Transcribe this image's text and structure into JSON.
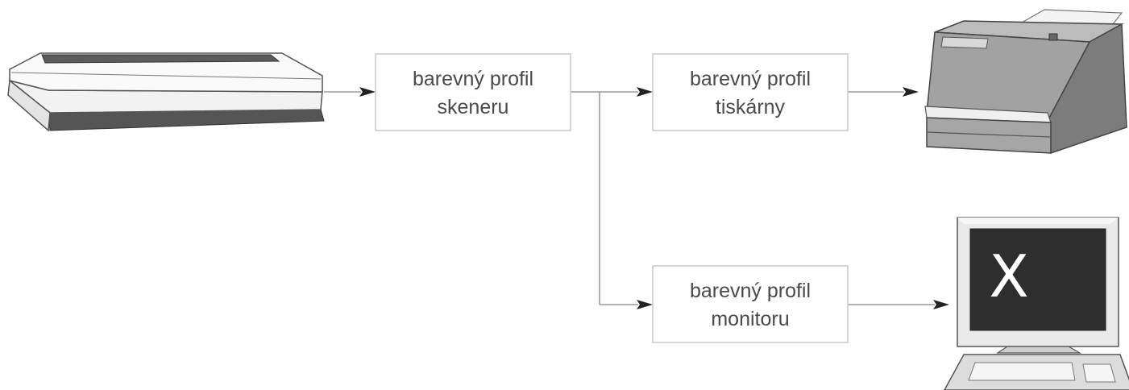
{
  "profiles": {
    "scanner": {
      "line1": "barevný profil",
      "line2": "skeneru"
    },
    "printer": {
      "line1": "barevný profil",
      "line2": "tiskárny"
    },
    "monitor": {
      "line1": "barevný profil",
      "line2": "monitoru"
    }
  },
  "monitor_screen_glyph": "X",
  "colors": {
    "box_border": "#c8c8c8",
    "line": "#9a9a9a",
    "arrowhead": "#222222",
    "text": "#4a4a4a",
    "device_dark": "#555555",
    "device_light": "#ececec",
    "device_mid": "#a8a8a8",
    "screen": "#2e2e2e"
  }
}
